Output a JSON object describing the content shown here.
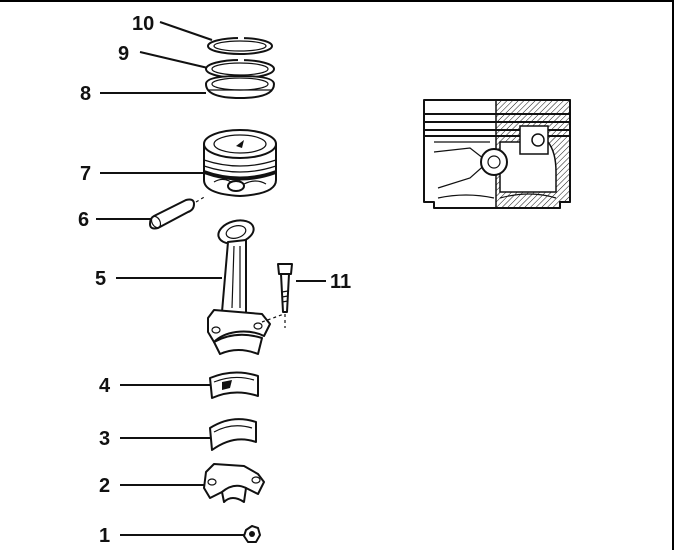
{
  "diagram": {
    "callouts": [
      {
        "id": "10",
        "label": "10"
      },
      {
        "id": "9",
        "label": "9"
      },
      {
        "id": "8",
        "label": "8"
      },
      {
        "id": "7",
        "label": "7"
      },
      {
        "id": "6",
        "label": "6"
      },
      {
        "id": "5",
        "label": "5"
      },
      {
        "id": "11",
        "label": "11"
      },
      {
        "id": "4",
        "label": "4"
      },
      {
        "id": "3",
        "label": "3"
      },
      {
        "id": "2",
        "label": "2"
      },
      {
        "id": "1",
        "label": "1"
      }
    ]
  }
}
